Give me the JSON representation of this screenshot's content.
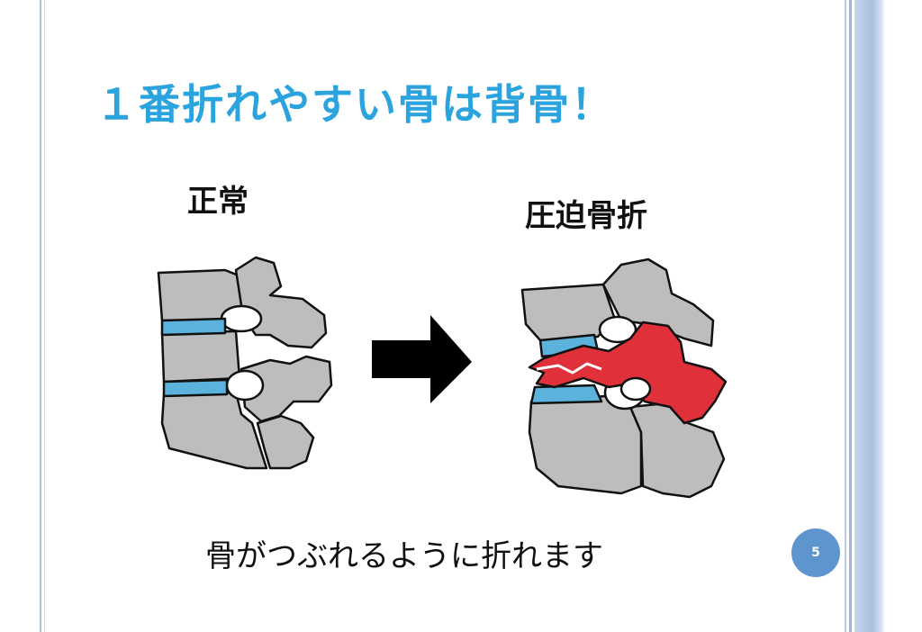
{
  "slide": {
    "title": "１番折れやすい骨は背骨！",
    "label_normal": "正常",
    "label_fracture": "圧迫骨折",
    "caption": "骨がつぶれるように折れます",
    "page_number": "5"
  },
  "colors": {
    "title": "#2aa3de",
    "bone": "#bdbdbd",
    "disc": "#5bb2dc",
    "fracture": "#e0303a",
    "arrow": "#000000",
    "badge": "#5f95cf",
    "frame": "#a9c1e0"
  }
}
